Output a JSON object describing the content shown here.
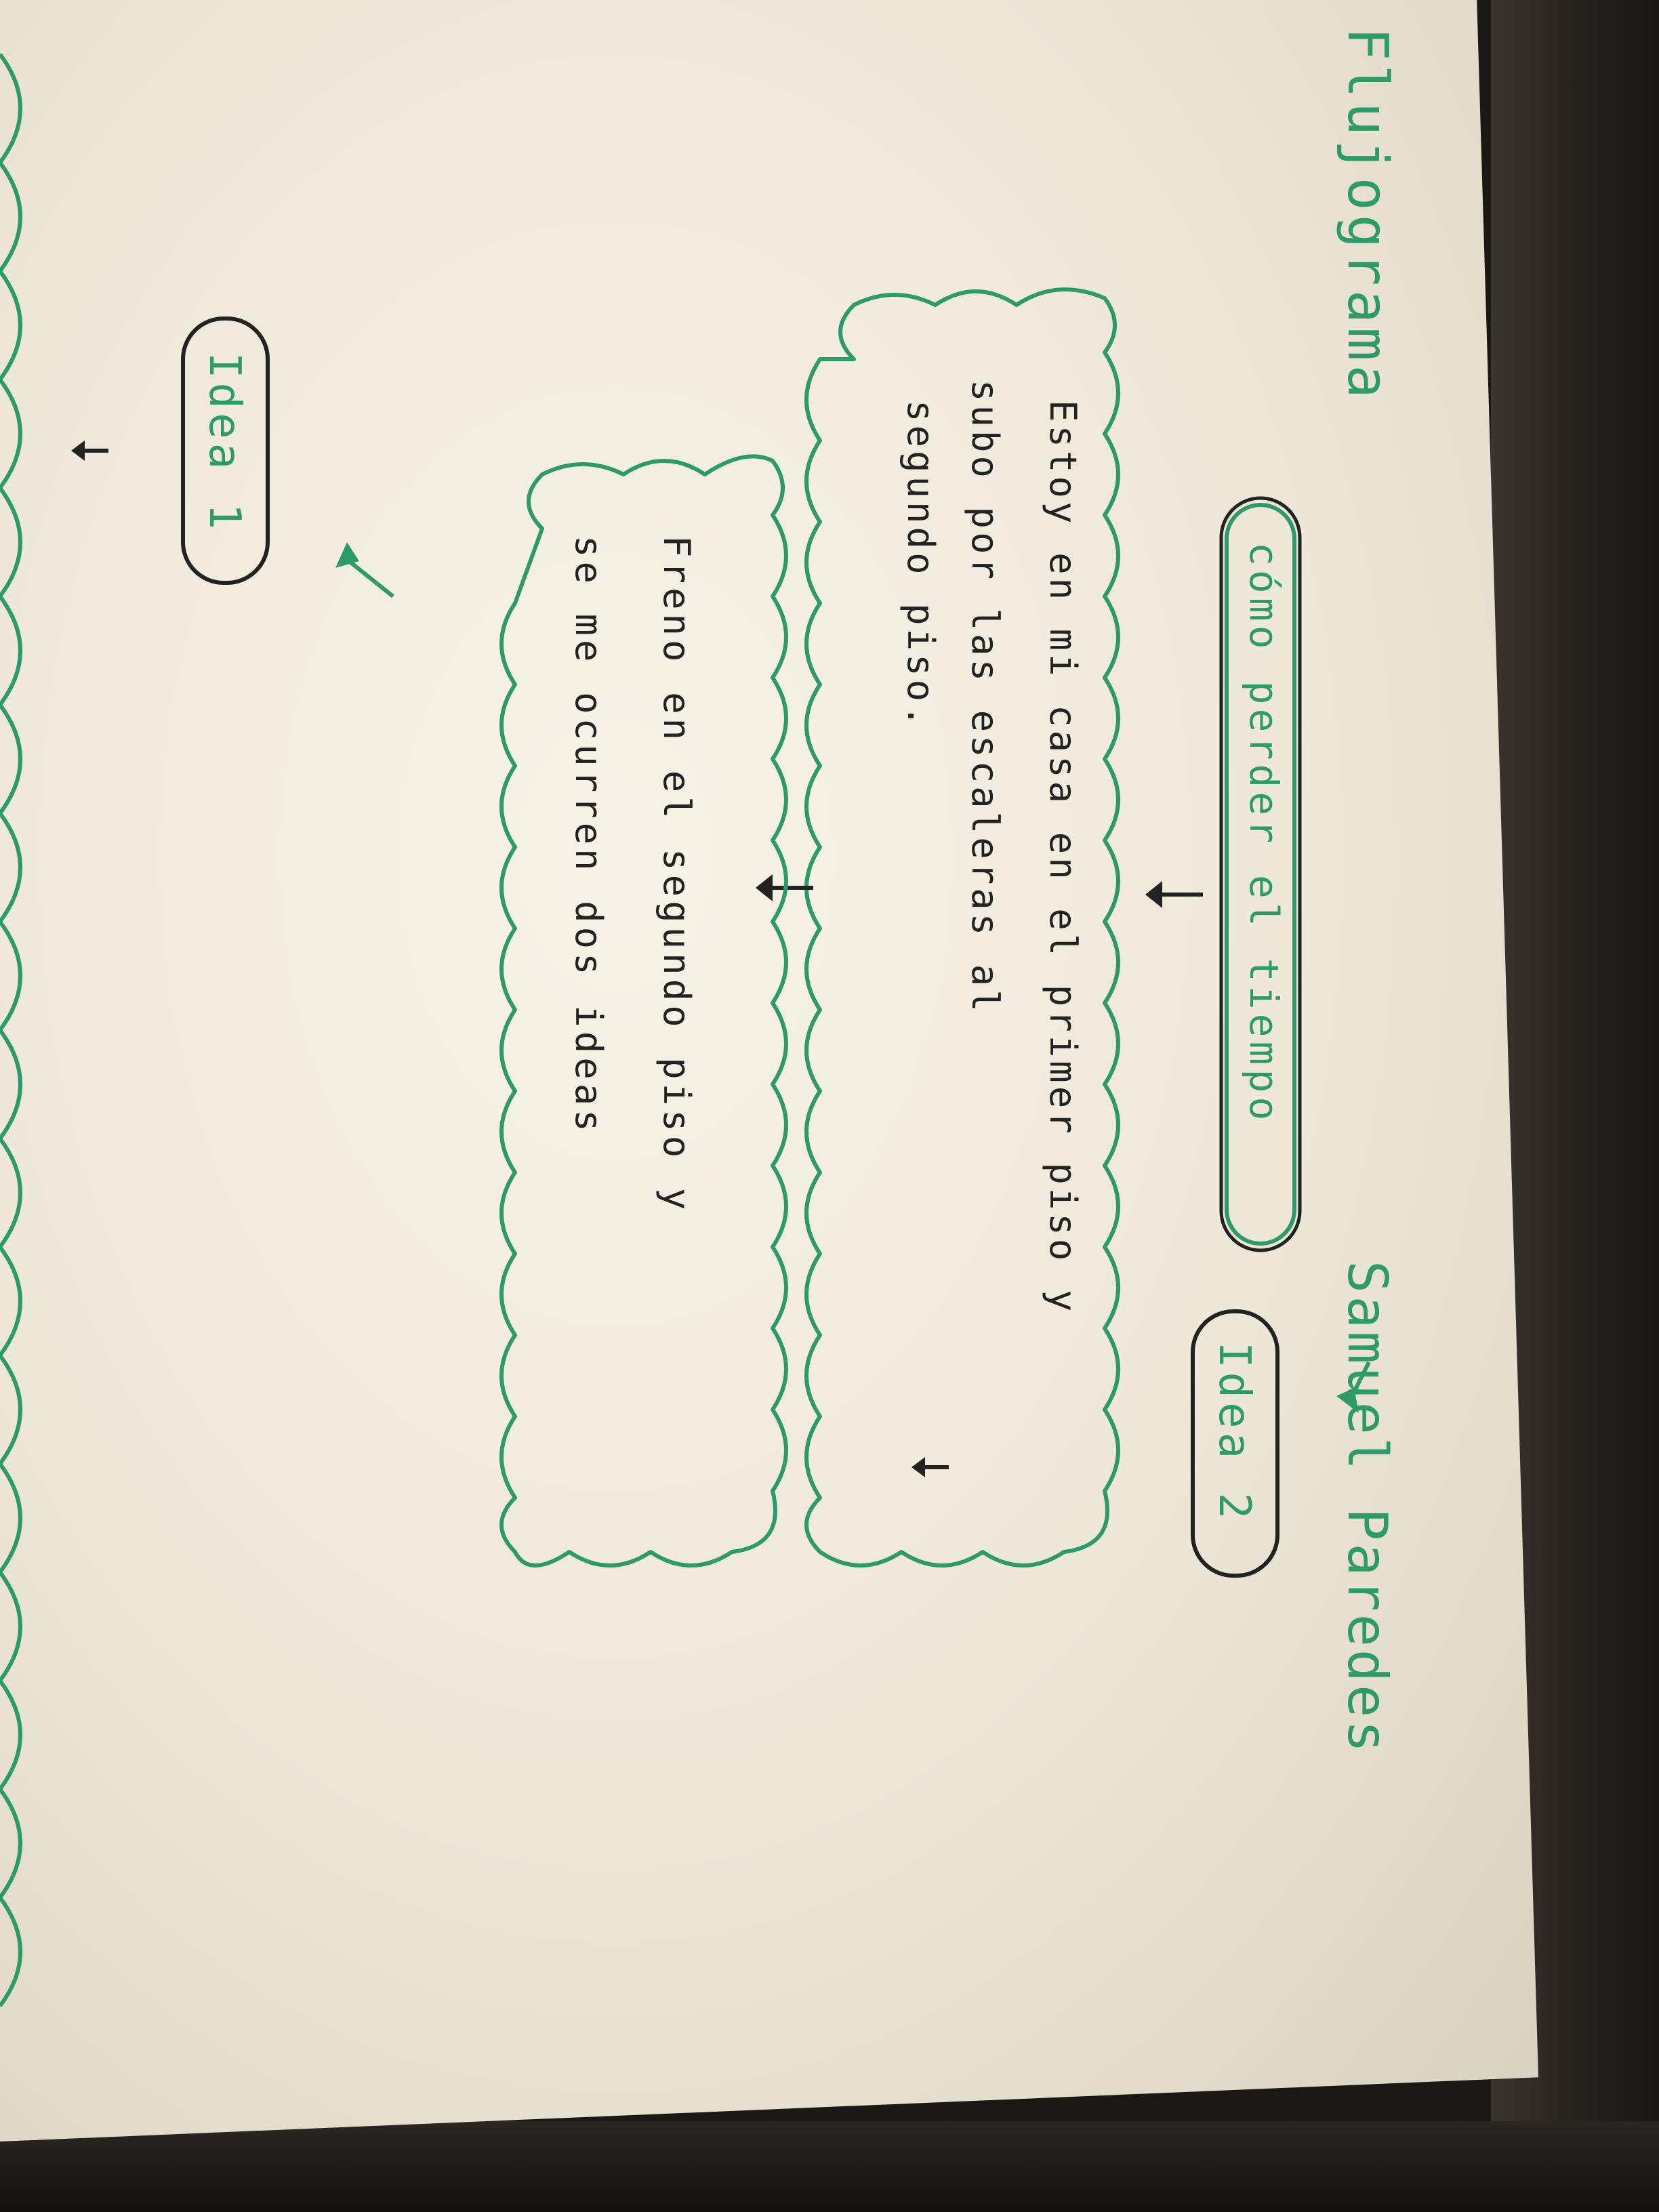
{
  "title": "Flujograma",
  "author": "Samuel Paredes",
  "nodes": {
    "question": "cómo perder el tiempo",
    "step1": {
      "line1": "Estoy en mi casa en el primer piso y",
      "line2": "subo por las escaleras al",
      "line3": "segundo piso."
    },
    "step2": {
      "line1": "Freno en el segundo piso y",
      "line2": "se me ocurren dos ideas"
    },
    "idea1": "Idea 1",
    "idea2": "Idea 2"
  },
  "colors": {
    "green_ink": "#2e9a6a",
    "dark_ink": "#222222",
    "paper": "#f3efe4"
  }
}
